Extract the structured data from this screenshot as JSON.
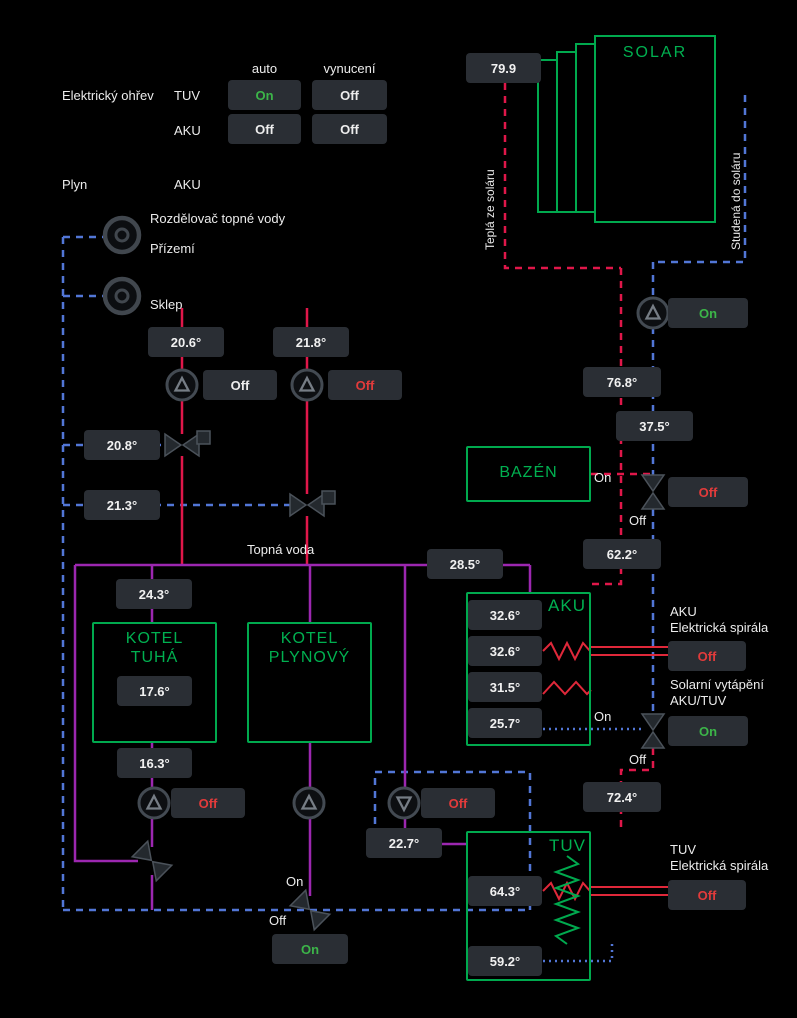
{
  "header": {
    "col_auto": "auto",
    "col_vynuceni": "vynucení",
    "elektricky_ohrev": "Elektrický ohřev",
    "tuv_label": "TUV",
    "aku_label": "AKU",
    "plyn_label": "Plyn",
    "plyn_aku_label": "AKU",
    "tuv_auto": "On",
    "tuv_vynuceni": "Off",
    "aku_auto": "Off",
    "aku_vynuceni": "Off"
  },
  "rozdelovac": {
    "title": "Rozdělovač topné vody",
    "prizemi": "Přízemí",
    "sklep": "Sklep",
    "temp_prizemi": "20.6°",
    "temp_sklep": "21.8°",
    "pump_prizemi": "Off",
    "pump_sklep": "Off",
    "temp_return_prizemi": "20.8°",
    "temp_return_sklep": "21.3°"
  },
  "solar": {
    "title": "SOLAR",
    "temp_panel": "79.9",
    "hot_label": "Teplá ze soláru",
    "cold_label": "Studená do soláru",
    "pump": "On",
    "temp_hot": "76.8°",
    "temp_cold": "37.5°"
  },
  "bazen": {
    "title": "BAZÉN",
    "valve_pos_on": "On",
    "valve_pos_off": "Off",
    "valve_state": "Off",
    "temp_in": "62.2°"
  },
  "aku": {
    "title": "AKU",
    "temp1": "32.6°",
    "temp2": "32.6°",
    "temp3": "31.5°",
    "temp4": "25.7°",
    "spirala_line1": "AKU",
    "spirala_line2": "Elektrická spirála",
    "spirala_state": "Off",
    "solar_valve_line1": "Solarní vytápění",
    "solar_valve_line2": "AKU/TUV",
    "solar_valve_pos_on": "On",
    "solar_valve_pos_off": "Off",
    "solar_valve_state": "On",
    "temp_solar_in": "72.4°"
  },
  "tuv": {
    "title": "TUV",
    "temp_top": "64.3°",
    "temp_bottom": "59.2°",
    "spirala_line1": "TUV",
    "spirala_line2": "Elektrická spirála",
    "spirala_state": "Off"
  },
  "heating": {
    "topna_voda": "Topná voda",
    "temp_supply": "28.5°",
    "temp_kotel_in": "24.3°",
    "kotel_tuha_line1": "KOTEL",
    "kotel_tuha_line2": "TUHÁ",
    "kotel_tuha_temp": "17.6°",
    "kotel_plyn_line1": "KOTEL",
    "kotel_plyn_line2": "PLYNOVÝ",
    "temp_kotel_out": "16.3°",
    "pump_kotel_tuha": "Off",
    "pump_mix": "Off",
    "temp_mix": "22.7°",
    "valve_pos_on": "On",
    "valve_pos_off": "Off",
    "valve_state": "On"
  },
  "colors": {
    "green": "#00b050",
    "hot_red": "#e0174a",
    "cold_blue": "#5276d6",
    "heating_purple": "#9c27b0",
    "badge_bg": "#2a2e34",
    "off_red": "#e23b3b",
    "on_green": "#3cb549"
  }
}
